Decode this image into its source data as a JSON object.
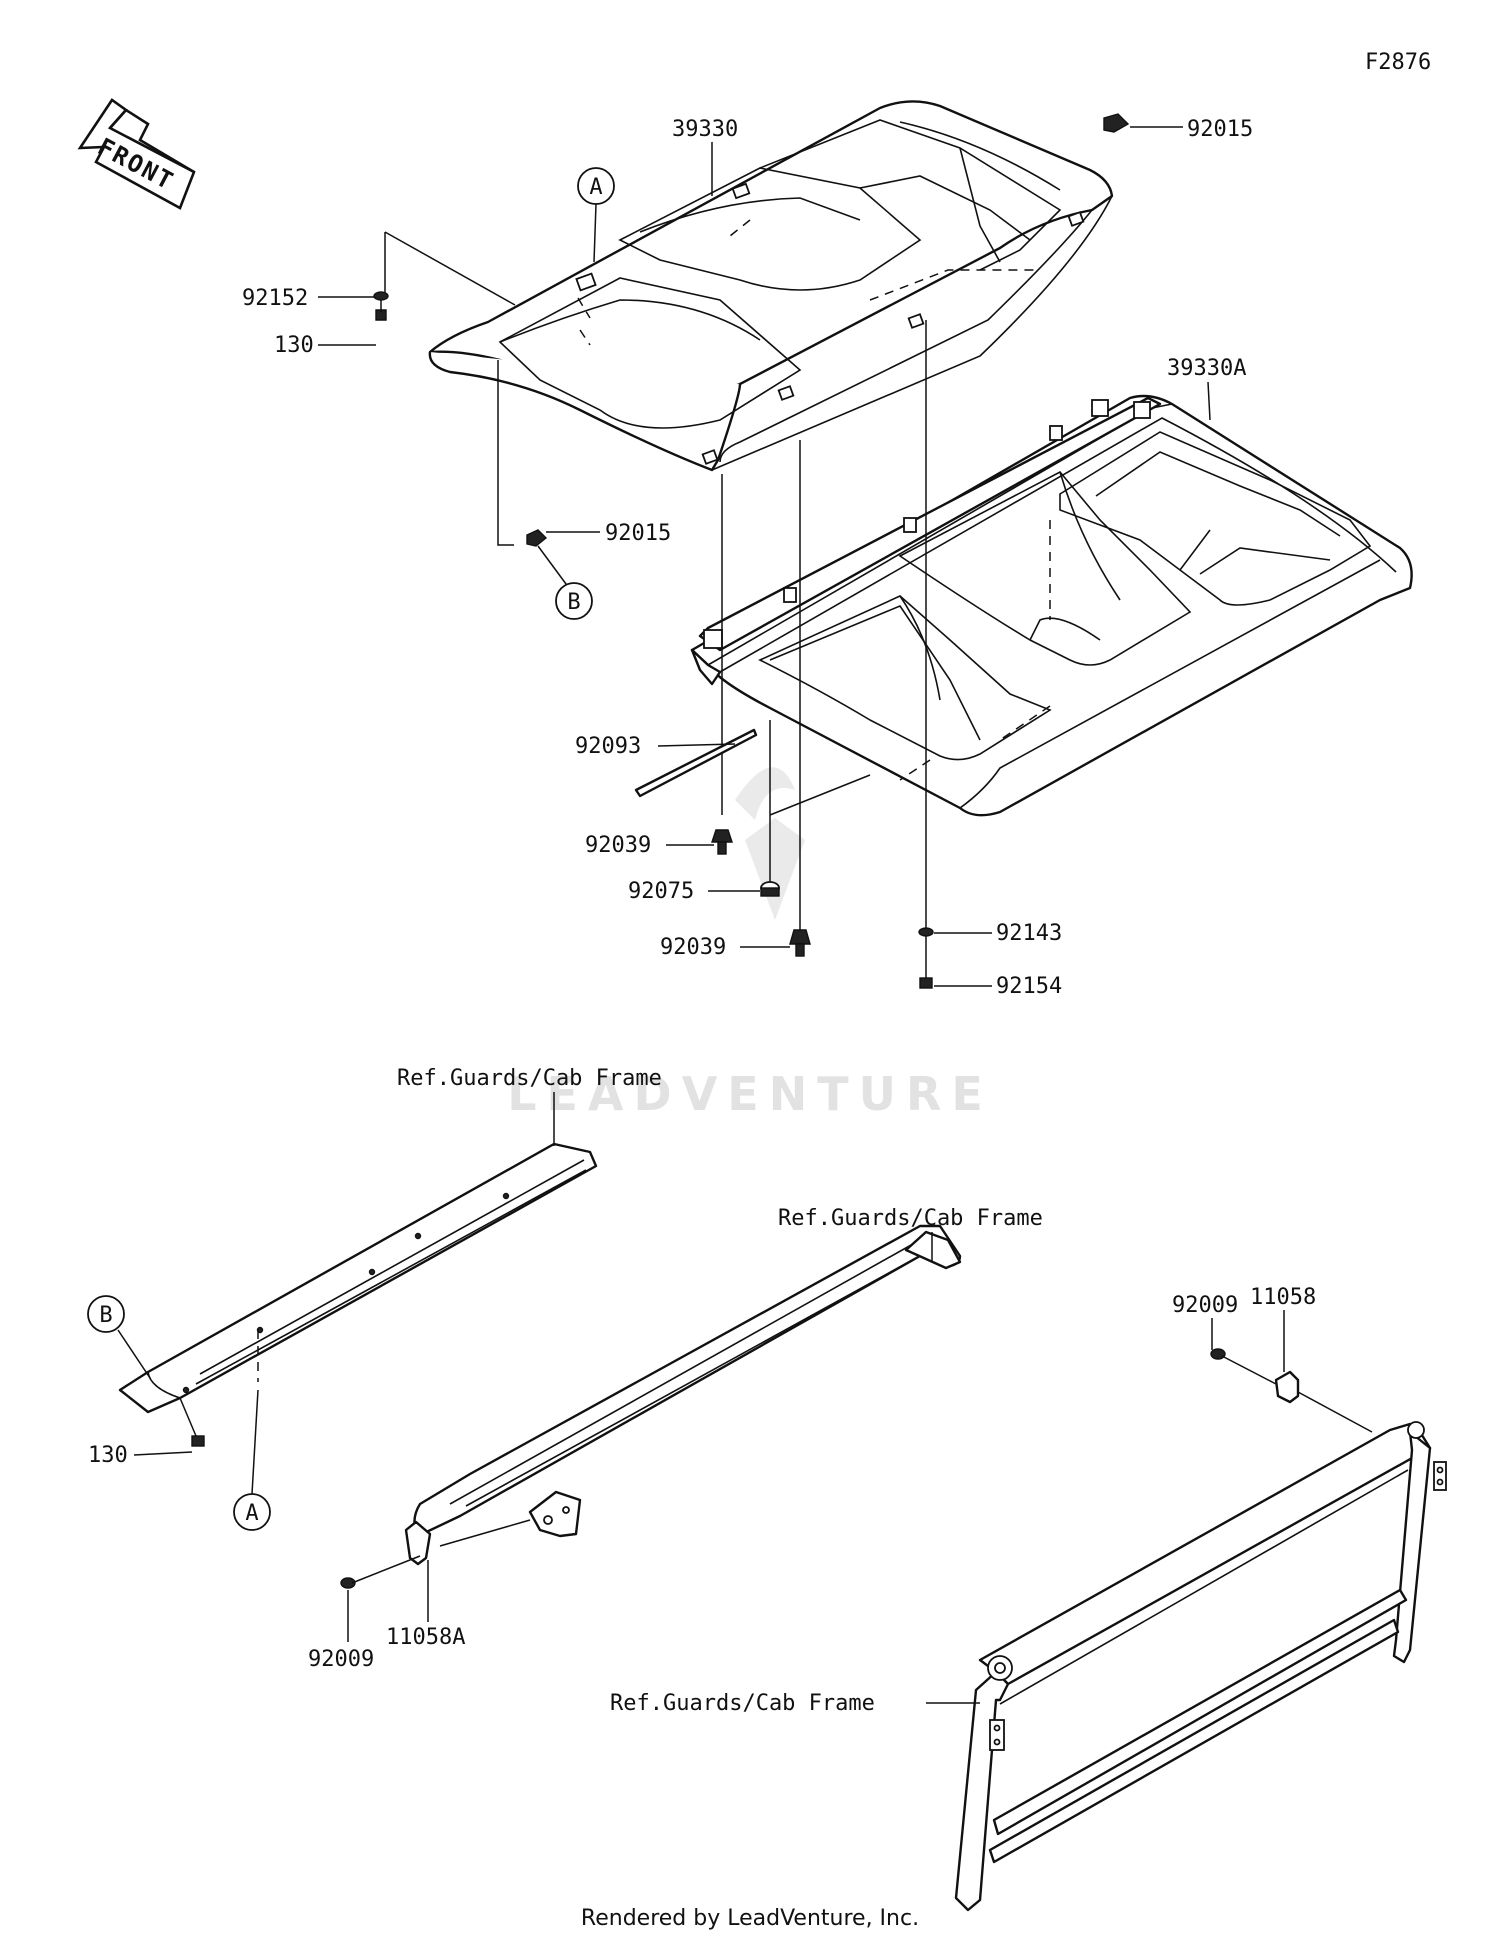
{
  "figure_code": "F2876",
  "front_label": "FRONT",
  "part_labels": [
    {
      "id": "p39330",
      "text": "39330"
    },
    {
      "id": "p92015a",
      "text": "92015"
    },
    {
      "id": "p92152",
      "text": "92152"
    },
    {
      "id": "p130a",
      "text": "130"
    },
    {
      "id": "p39330A",
      "text": "39330A"
    },
    {
      "id": "p92015b",
      "text": "92015"
    },
    {
      "id": "p92093",
      "text": "92093"
    },
    {
      "id": "p92039a",
      "text": "92039"
    },
    {
      "id": "p92075",
      "text": "92075"
    },
    {
      "id": "p92039b",
      "text": "92039"
    },
    {
      "id": "p92143",
      "text": "92143"
    },
    {
      "id": "p92154",
      "text": "92154"
    },
    {
      "id": "p92009a",
      "text": "92009"
    },
    {
      "id": "p11058",
      "text": "11058"
    },
    {
      "id": "p130b",
      "text": "130"
    },
    {
      "id": "p92009b",
      "text": "92009"
    },
    {
      "id": "p11058A",
      "text": "11058A"
    }
  ],
  "callouts": {
    "a_top": "A",
    "b_top": "B",
    "b_bottom": "B",
    "a_bottom": "A"
  },
  "references": {
    "ref1": "Ref.Guards/Cab Frame",
    "ref2": "Ref.Guards/Cab Frame",
    "ref3": "Ref.Guards/Cab Frame"
  },
  "watermark": "LEADVENTURE",
  "footer": "Rendered by LeadVenture, Inc."
}
